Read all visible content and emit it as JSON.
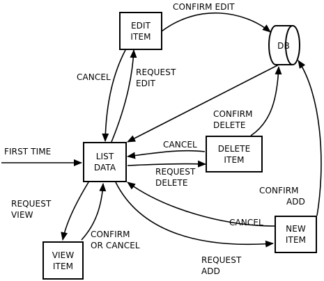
{
  "nodes": {
    "edit_item": [
      "EDIT",
      "ITEM"
    ],
    "list_data": [
      "LIST",
      "DATA"
    ],
    "delete_item": [
      "DELETE",
      "ITEM"
    ],
    "view_item": [
      "VIEW",
      "ITEM"
    ],
    "new_item": [
      "NEW",
      "ITEM"
    ],
    "db": "DB"
  },
  "edges": {
    "confirm_edit": "CONFIRM EDIT",
    "cancel_edit": "CANCEL",
    "request_edit": [
      "REQUEST",
      "EDIT"
    ],
    "confirm_delete": [
      "CONFIRM",
      "DELETE"
    ],
    "cancel_delete": "CANCEL",
    "request_delete": [
      "REQUEST",
      "DELETE"
    ],
    "first_time": "FIRST TIME",
    "request_view": [
      "REQUEST",
      "VIEW"
    ],
    "confirm_or_cancel_view": [
      "CONFIRM",
      "OR CANCEL"
    ],
    "confirm_add": [
      "CONFIRM",
      "ADD"
    ],
    "cancel_add": "CANCEL",
    "request_add": [
      "REQUEST",
      "ADD"
    ]
  },
  "colors": {
    "stroke": "#000000",
    "background": "#ffffff"
  }
}
